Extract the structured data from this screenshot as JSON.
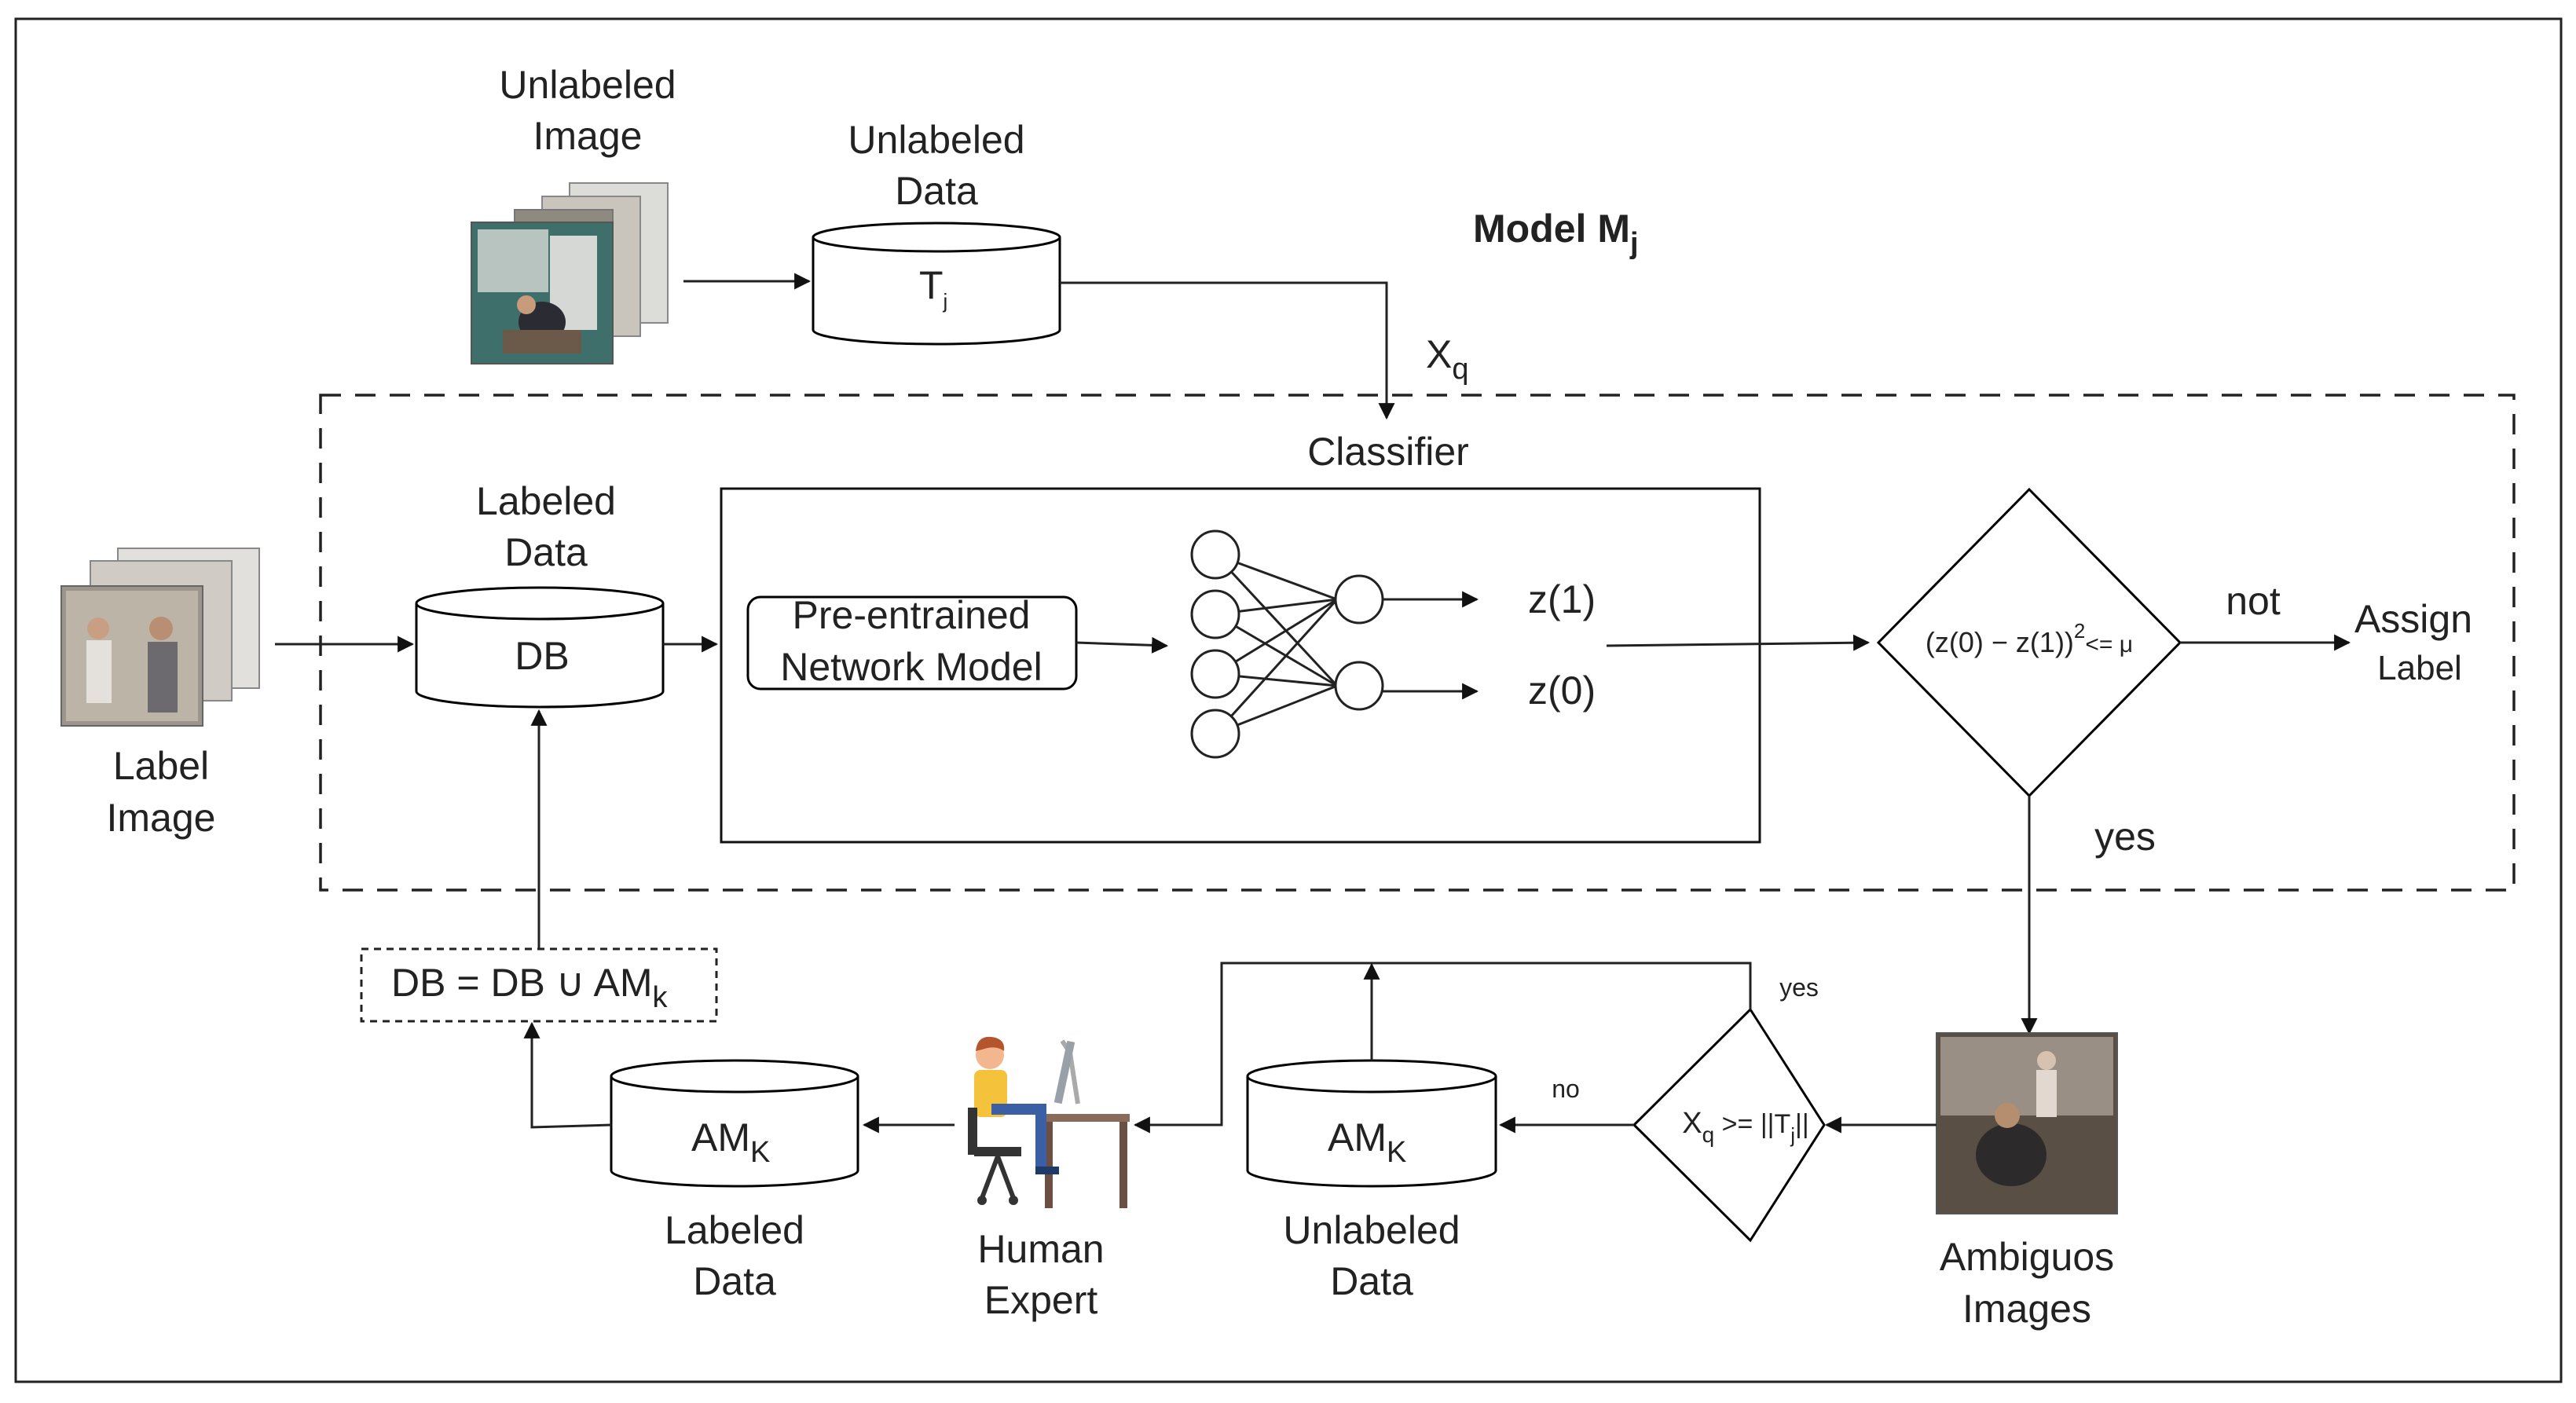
{
  "title": "Model M",
  "title_subscript": "j",
  "unlabeled_image": [
    "Unlabeled",
    "Image"
  ],
  "unlabeled_data_top": [
    "Unlabeled",
    "Data"
  ],
  "tj": "T",
  "tj_sub": "j",
  "xq": "X",
  "xq_sub": "q",
  "classifier": "Classifier",
  "labeled_data_top": [
    "Labeled",
    "Data"
  ],
  "db": "DB",
  "label_image": [
    "Label",
    "Image"
  ],
  "pretrained": [
    "Pre-entrained",
    "Network Model"
  ],
  "z1": "z(1)",
  "z0": "z(0)",
  "condition": "(z(0) − z(1))",
  "condition_sup": "2",
  "condition_tail": "<= μ",
  "not": "not",
  "assign": [
    "Assign",
    "Label"
  ],
  "yes_big": "yes",
  "db_update": "DB = DB ∪ AM",
  "db_update_sub": "k",
  "am": "AM",
  "am_sub": "K",
  "labeled_data_bottom": [
    "Labeled",
    "Data"
  ],
  "human_expert": [
    "Human",
    "Expert"
  ],
  "unlabeled_data_bottom": [
    "Unlabeled",
    "Data"
  ],
  "yes_small": "yes",
  "no_small": "no",
  "check_x": "X",
  "check_x_sub": "q",
  "check_tail": " >= ||T",
  "check_tail_sub": "j",
  "check_end": "||",
  "ambiguous": [
    "Ambiguos",
    "Images"
  ],
  "icons": {
    "unlabeled_images": "photo-stack-icon",
    "labeled_images": "photo-stack-icon",
    "ambiguous_image": "photo-icon",
    "expert": "person-at-desk-icon"
  }
}
